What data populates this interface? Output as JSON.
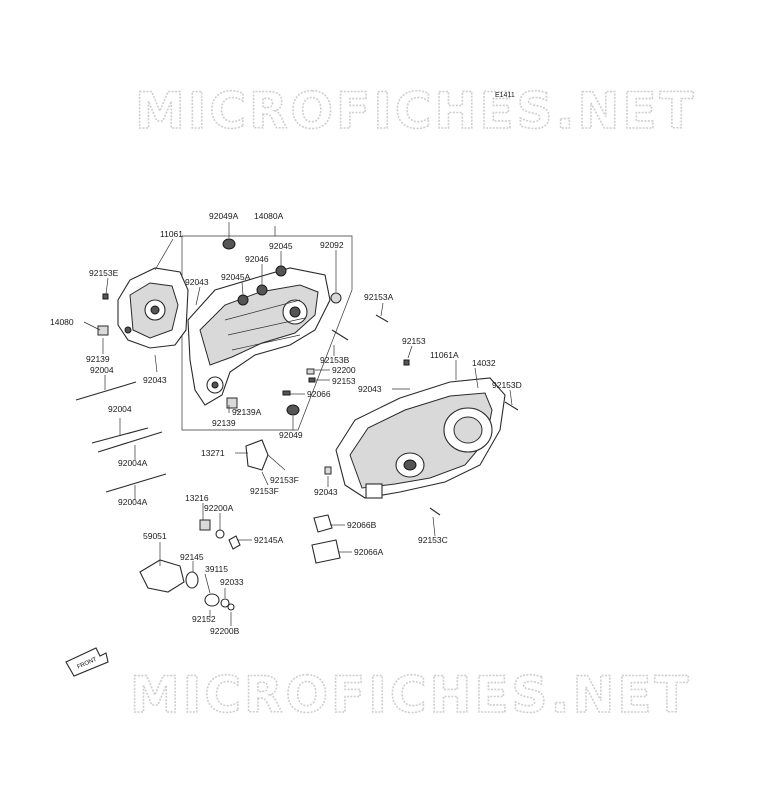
{
  "diagram": {
    "code": "E1411",
    "watermark_top": "MICROFICHES.NET",
    "watermark_bottom": "MICROFICHES.NET",
    "front_label": "FRONT",
    "parts": {
      "p92049A": "92049A",
      "p14080A": "14080A",
      "p11061": "11061",
      "p92045": "92045",
      "p92046": "92046",
      "p92153E": "92153E",
      "p92043a": "92043",
      "p92045A": "92045A",
      "p92092": "92092",
      "p92153A": "92153A",
      "p14080": "14080",
      "p92139a": "92139",
      "p92004a": "92004",
      "p92043b": "92043",
      "p92153B": "92153B",
      "p92200": "92200",
      "p92153a": "92153",
      "p92153b": "92153",
      "p11061A": "11061A",
      "p14032": "14032",
      "p92043c": "92043",
      "p92153D": "92153D",
      "p92066": "92066",
      "p92139A": "92139A",
      "p92139b": "92139",
      "p92049": "92049",
      "p92004b": "92004",
      "p92004A1": "92004A",
      "p13271": "13271",
      "p92153F1": "92153F",
      "p92153F2": "92153F",
      "p92043d": "92043",
      "p92004A2": "92004A",
      "p13216": "13216",
      "p92200A": "92200A",
      "p92066B": "92066B",
      "p92145A": "92145A",
      "p92153C": "92153C",
      "p59051": "59051",
      "p92066A": "92066A",
      "p92145": "92145",
      "p39115": "39115",
      "p92033": "92033",
      "p92152": "92152",
      "p92200B": "92200B"
    }
  }
}
